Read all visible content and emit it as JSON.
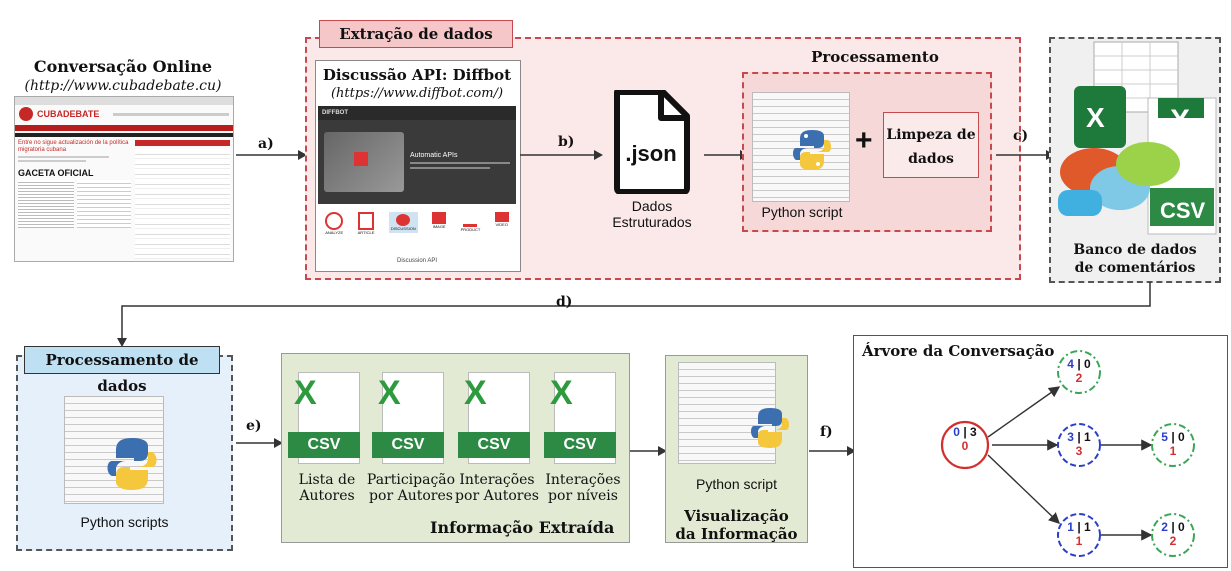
{
  "conversation": {
    "title": "Conversação Online",
    "url": "(http://www.cubadebate.cu)",
    "site_name": "CUBADEBATE",
    "headline": "Entre no sigue actualización de la política migratoria cubana",
    "newspaper": "GACETA OFICIAL"
  },
  "extraction": {
    "title": "Extração de dados",
    "api_title": "Discussão API: Diffbot",
    "api_url": "(https://www.diffbot.com/)",
    "diffbot_logo": "DIFFBOT",
    "diffbot_heading": "Automatic APIs",
    "diffbot_apis": [
      "ANALYZE",
      "ARTICLE",
      "DISCUSSION",
      "IMAGE",
      "PRODUCT",
      "VIDEO"
    ],
    "diffbot_caption": "Discussion API",
    "json_label": ".json",
    "json_caption_1": "Dados",
    "json_caption_2": "Estruturados",
    "processing_title": "Processamento",
    "python_script": "Python script",
    "plus": "+",
    "cleaning_1": "Limpeza de",
    "cleaning_2": "dados"
  },
  "database": {
    "csv": "CSV",
    "excel_letter": "X",
    "label_1": "Banco de dados",
    "label_2": "de comentários"
  },
  "data_processing": {
    "title": "Processamento de dados",
    "caption": "Python scripts"
  },
  "extracted_info": {
    "title": "Informação Extraída",
    "files": [
      {
        "csv": "CSV",
        "line1": "Lista de",
        "line2": "Autores"
      },
      {
        "csv": "CSV",
        "line1": "Participação",
        "line2": "por Autores"
      },
      {
        "csv": "CSV",
        "line1": "Interações",
        "line2": "por Autores"
      },
      {
        "csv": "CSV",
        "line1": "Interações",
        "line2": "por níveis"
      }
    ]
  },
  "visualization": {
    "caption": "Python script",
    "title_1": "Visualização",
    "title_2": "da Informação"
  },
  "tree": {
    "title": "Árvore da Conversação",
    "nodes": [
      {
        "a": "0",
        "b": "3",
        "c": "0",
        "color": "#d32f2f"
      },
      {
        "a": "4",
        "b": "0",
        "c": "2",
        "color": "#3aa655"
      },
      {
        "a": "3",
        "b": "1",
        "c": "3",
        "color": "#2b3fc7"
      },
      {
        "a": "5",
        "b": "0",
        "c": "1",
        "color": "#3aa655"
      },
      {
        "a": "1",
        "b": "1",
        "c": "1",
        "color": "#2b3fc7"
      },
      {
        "a": "2",
        "b": "0",
        "c": "2",
        "color": "#3aa655"
      }
    ]
  },
  "steps": {
    "a": "a)",
    "b": "b)",
    "c": "c)",
    "d": "d)",
    "e": "e)",
    "f": "f)"
  },
  "colors": {
    "red_border": "#c7484d",
    "blue_tag": "#bfe0f2",
    "green_panel": "#e3ead4",
    "excel_green": "#1e7a3a"
  }
}
